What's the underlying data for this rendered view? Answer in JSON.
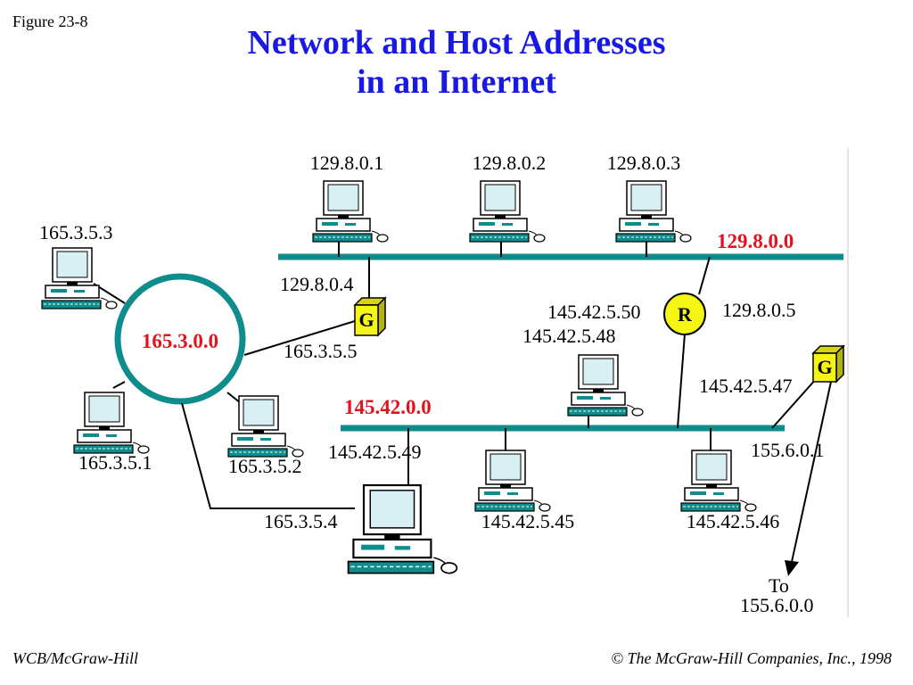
{
  "figure_label": "Figure 23-8",
  "title": {
    "line1": "Network and Host Addresses",
    "line2": "in an Internet"
  },
  "networks": {
    "top": "129.8.0.0",
    "ring": "165.3.0.0",
    "middle": "145.42.0.0"
  },
  "devices": {
    "gateway": "G",
    "router": "R"
  },
  "hosts": {
    "top_1": "129.8.0.1",
    "top_2": "129.8.0.2",
    "top_3": "129.8.0.3",
    "ring_1": "165.3.5.1",
    "ring_2": "165.3.5.2",
    "ring_3": "165.3.5.3",
    "ring_4": "165.3.5.4",
    "mid_1": "145.42.5.48",
    "mid_2": "145.42.5.45",
    "mid_3": "145.42.5.46"
  },
  "interfaces": {
    "gw1_top": "129.8.0.4",
    "gw1_ring": "165.3.5.5",
    "router_mid": "145.42.5.50",
    "router_top": "129.8.0.5",
    "gw2_mid": "145.42.5.47",
    "gw2_out": "155.6.0.1",
    "ring4_mid": "145.42.5.49"
  },
  "destination": {
    "line1": "To",
    "line2": "155.6.0.0"
  },
  "footer": {
    "left": "WCB/McGraw-Hill",
    "right_symbol": "©",
    "right": "The McGraw-Hill Companies, Inc., 1998"
  },
  "colors": {
    "title": "#1919e6",
    "network_label": "#e0141e",
    "link": "#0f8c8c",
    "gateway_fill": "#f5f514",
    "router_fill": "#f5f514"
  }
}
